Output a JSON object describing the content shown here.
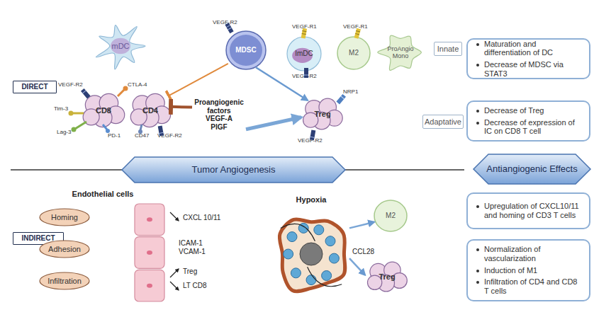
{
  "diagram": {
    "nodes": [
      {
        "text": [
          "mDC"
        ]
      },
      {
        "text": [
          "MDSC",
          "VEGF-R2"
        ]
      },
      {
        "text": [
          "ImDC",
          "VEGF-R1",
          "VEGF-R2"
        ]
      },
      {
        "text": [
          "M2",
          "VEGF-R1"
        ]
      },
      {
        "text": [
          "ProAngio Mono"
        ]
      },
      {
        "text": [
          "Innate"
        ]
      },
      {
        "text": [
          "Maturation and differentiation of DC",
          "Decrease of MDSC via STAT3"
        ]
      },
      {
        "text": [
          "DIRECT"
        ]
      },
      {
        "text": [
          "CD8",
          "VEGF-R2",
          "CTLA-4",
          "Tim-3",
          "Lag-3",
          "PD-1"
        ]
      },
      {
        "text": [
          "CD4",
          "CD47",
          "VEGF-R2"
        ]
      },
      {
        "text": [
          "Proangiogenic factors",
          "VEGF-A",
          "PlGF"
        ]
      },
      {
        "text": [
          "Treg",
          "NRP1",
          "VEGF-R2"
        ]
      },
      {
        "text": [
          "Adaptative"
        ]
      },
      {
        "text": [
          "Decrease of Treg",
          "Decrease of expression of IC on CD8 T cell"
        ]
      },
      {
        "text": [
          "Tumor Angiogenesis"
        ]
      },
      {
        "text": [
          "Antiangiogenic Effects"
        ]
      },
      {
        "text": [
          "Endothelial cells"
        ]
      },
      {
        "text": [
          "Hypoxia"
        ]
      },
      {
        "text": [
          "Upregulation of CXCL10/11 and homing of CD3 T cells"
        ]
      },
      {
        "text": [
          "INDIRECT"
        ]
      },
      {
        "text": [
          "Homing"
        ]
      },
      {
        "text": [
          "Adhesion"
        ]
      },
      {
        "text": [
          "Infiltration"
        ]
      },
      {
        "text": [
          "M2"
        ]
      },
      {
        "text": [
          "Treg"
        ]
      },
      {
        "text": [
          "Normalization of vascularization",
          "Induction of M1",
          "Infiltration of CD4 and CD8 T cells"
        ]
      }
    ],
    "edges": [
      {
        "from": 1,
        "to": 9,
        "arrow": "to"
      },
      {
        "from": 1,
        "to": 11,
        "arrow": "to"
      },
      {
        "from": 10,
        "to": 9,
        "arrow": "to"
      },
      {
        "from": 10,
        "to": 11,
        "arrow": "to"
      },
      {
        "from": 17,
        "to": 23,
        "arrow": "to"
      },
      {
        "from": 17,
        "to": 24,
        "arrow": "to"
      }
    ],
    "labels": [
      "CXCL 10/11",
      "ICAM-1 VCAM-1",
      "Treg",
      "LT CD8",
      "CCL28"
    ]
  }
}
